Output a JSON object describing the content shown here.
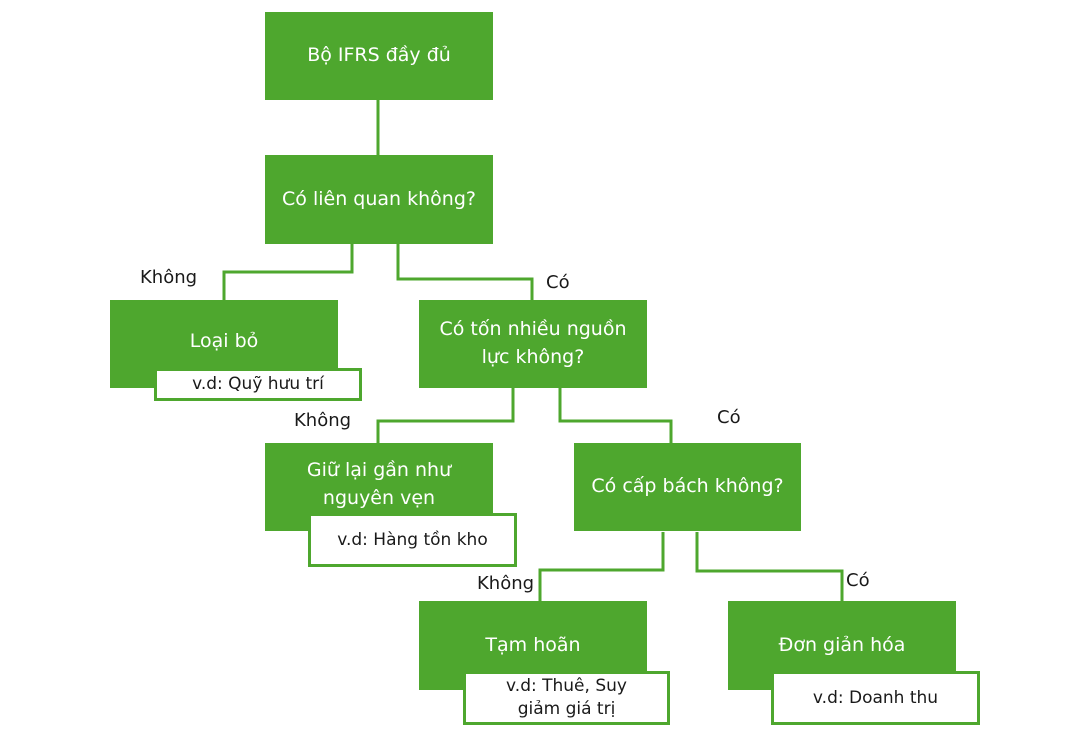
{
  "nodes": {
    "root": "Bộ IFRS đầy đủ",
    "relevant": "Có liên quan không?",
    "remove": "Loại bỏ",
    "resources": "Có tốn nhiều nguồn lực không?",
    "keep": "Giữ lại gần như nguyên vẹn",
    "urgent": "Có cấp bách không?",
    "defer": "Tạm hoãn",
    "simplify": "Đơn giản hóa"
  },
  "examples": {
    "remove": "v.d: Quỹ hưu trí",
    "keep": "v.d: Hàng tồn kho",
    "defer": "v.d: Thuê, Suy giảm giá trị",
    "simplify": "v.d: Doanh thu"
  },
  "branch_labels": {
    "no_1": "Không",
    "yes_1": "Có",
    "no_2": "Không",
    "yes_2": "Có",
    "no_3": "Không",
    "yes_3": "Có"
  },
  "colors": {
    "box": "#4ea72e",
    "line": "#4ea72e",
    "text_on_box": "#ffffff"
  }
}
